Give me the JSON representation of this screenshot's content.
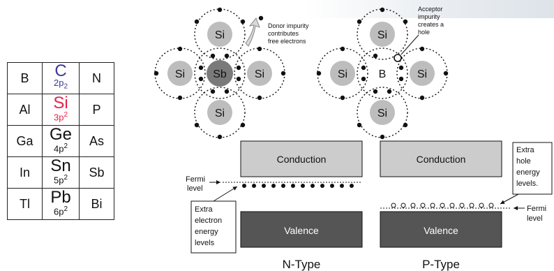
{
  "periodic_table": {
    "rows": [
      {
        "left": "B",
        "center_symbol": "C",
        "center_orbital": "2p",
        "center_sup": "",
        "center_sub": "2",
        "right": "N"
      },
      {
        "left": "Al",
        "center_symbol": "Si",
        "center_orbital": "3p",
        "center_sup": "2",
        "center_sub": "",
        "right": "P"
      },
      {
        "left": "Ga",
        "center_symbol": "Ge",
        "center_orbital": "4p",
        "center_sup": "2",
        "center_sub": "",
        "right": "As"
      },
      {
        "left": "In",
        "center_symbol": "Sn",
        "center_orbital": "5p",
        "center_sup": "2",
        "center_sub": "",
        "right": "Sb"
      },
      {
        "left": "Tl",
        "center_symbol": "Pb",
        "center_orbital": "6p",
        "center_sup": "2",
        "center_sub": "",
        "right": "Bi"
      }
    ],
    "colors": {
      "C": "#3a3a9a",
      "Si": "#e8214a",
      "rest": "#111111"
    }
  },
  "lattice_n": {
    "atoms": {
      "top": "Si",
      "left": "Si",
      "center": "Sb",
      "right": "Si",
      "bottom": "Si"
    },
    "donor_note": [
      "Donor impurity",
      "contributes",
      "free electrons"
    ]
  },
  "lattice_p": {
    "atoms": {
      "top": "Si",
      "left": "Si",
      "center": "B",
      "right": "Si",
      "bottom": "Si"
    },
    "acceptor_note": [
      "Acceptor",
      "impurity",
      "creates a",
      "hole"
    ]
  },
  "bands": {
    "conduction": "Conduction",
    "valence": "Valence",
    "n_fermi": [
      "Fermi",
      "level"
    ],
    "n_extra": [
      "Extra",
      "electron",
      "energy",
      "levels"
    ],
    "p_extra": [
      "Extra",
      "hole",
      "energy",
      "levels."
    ],
    "p_fermi": [
      "Fermi",
      "level"
    ],
    "n_title": "N-Type",
    "p_title": "P-Type"
  },
  "colors": {
    "si_atom": "#bdbdbd",
    "sb_atom": "#7a7a7a",
    "b_atom": "#ffffff",
    "conduction_fill": "#cccccc",
    "valence_fill": "#555555"
  }
}
